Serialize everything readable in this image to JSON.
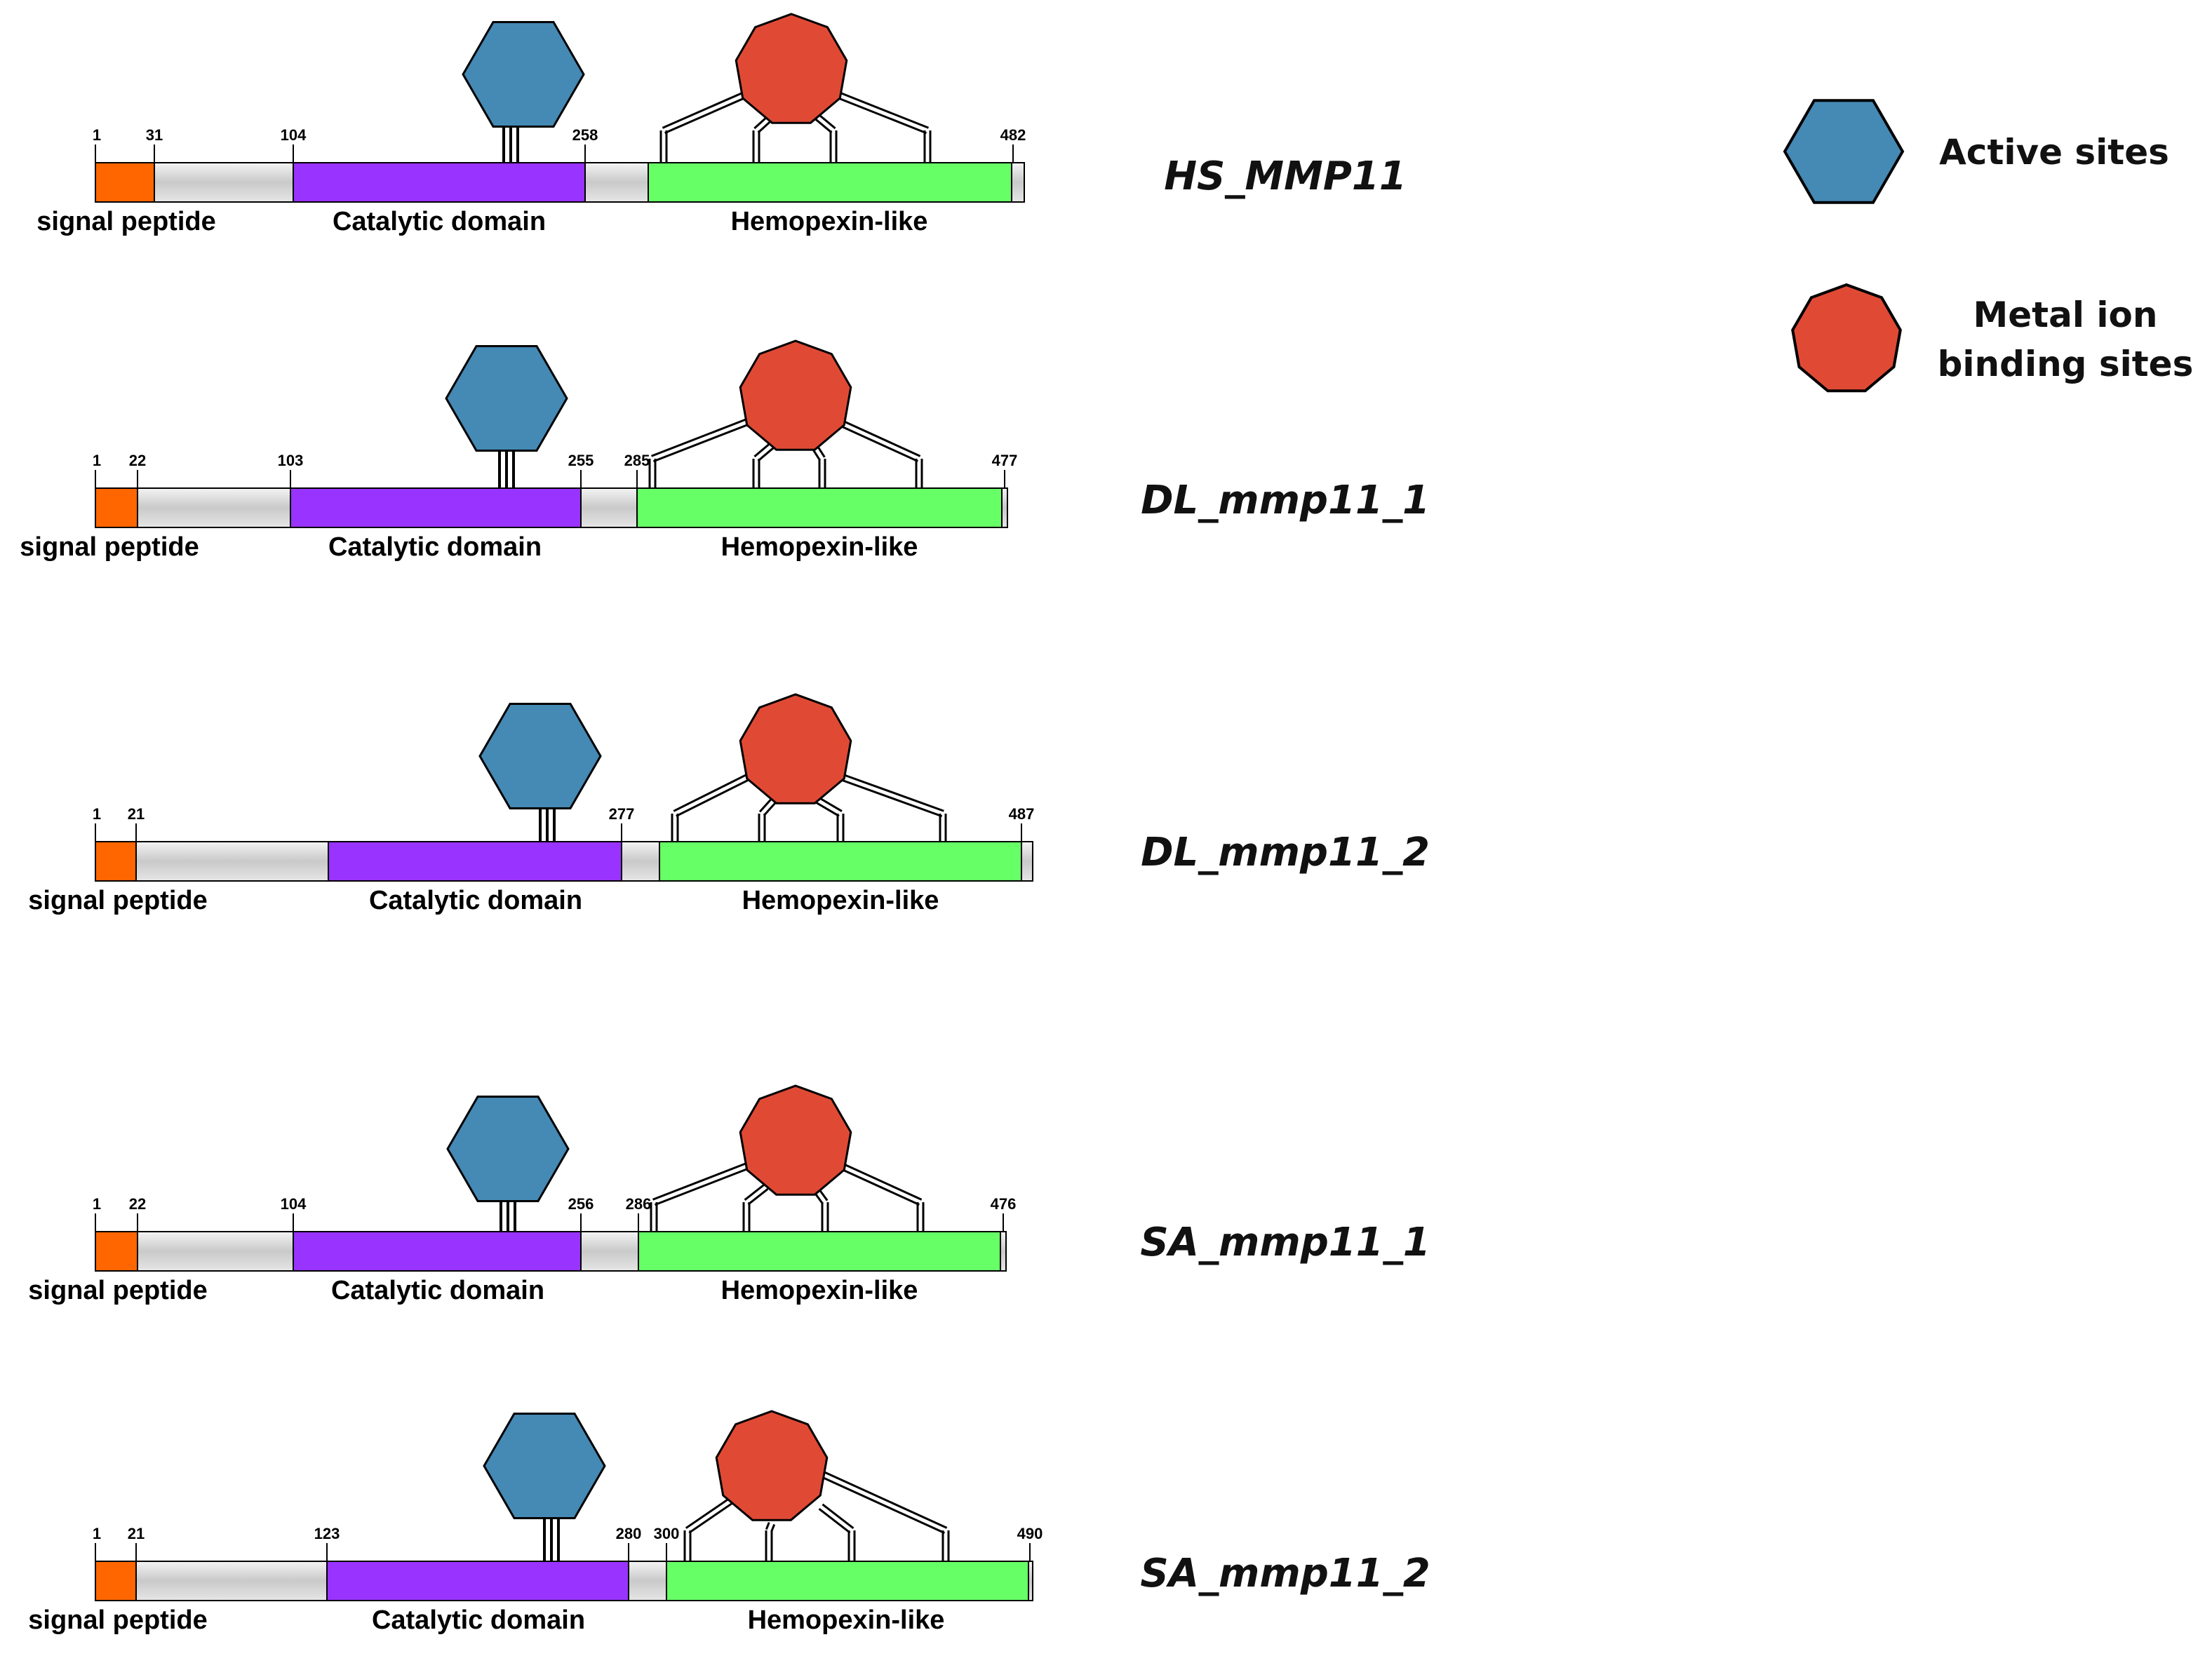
{
  "colors": {
    "signal_peptide": "#ff6600",
    "linker": "#d4d4d4",
    "catalytic": "#9933ff",
    "hemopexin": "#66ff66",
    "active_site": "#4589b5",
    "metal_site": "#e04a35",
    "outline": "#000000"
  },
  "legend": {
    "active_label": "Active sites",
    "metal_label_line1": "Metal ion",
    "metal_label_line2": "binding sites",
    "active_icon": "hexagon-icon",
    "metal_icon": "octagon-icon"
  },
  "proteins": [
    {
      "name": "HS_MMP11",
      "length": 482,
      "ticks": [
        "1",
        "31",
        "104",
        "258",
        "482"
      ],
      "labels": {
        "signal": "signal peptide",
        "catalytic": "Catalytic domain",
        "hemopexin": "Hemopexin-like"
      }
    },
    {
      "name": "DL_mmp11_1",
      "length": 477,
      "ticks": [
        "1",
        "22",
        "103",
        "255",
        "285",
        "477"
      ],
      "labels": {
        "signal": "signal peptide",
        "catalytic": "Catalytic domain",
        "hemopexin": "Hemopexin-like"
      }
    },
    {
      "name": "DL_mmp11_2",
      "length": 487,
      "ticks": [
        "1",
        "21",
        "277",
        "487"
      ],
      "labels": {
        "signal": "signal peptide",
        "catalytic": "Catalytic domain",
        "hemopexin": "Hemopexin-like"
      }
    },
    {
      "name": "SA_mmp11_1",
      "length": 476,
      "ticks": [
        "1",
        "22",
        "104",
        "256",
        "286",
        "476"
      ],
      "labels": {
        "signal": "signal peptide",
        "catalytic": "Catalytic domain",
        "hemopexin": "Hemopexin-like"
      }
    },
    {
      "name": "SA_mmp11_2",
      "length": 490,
      "ticks": [
        "1",
        "21",
        "123",
        "280",
        "300",
        "490"
      ],
      "labels": {
        "signal": "signal peptide",
        "catalytic": "Catalytic domain",
        "hemopexin": "Hemopexin-like"
      }
    }
  ]
}
